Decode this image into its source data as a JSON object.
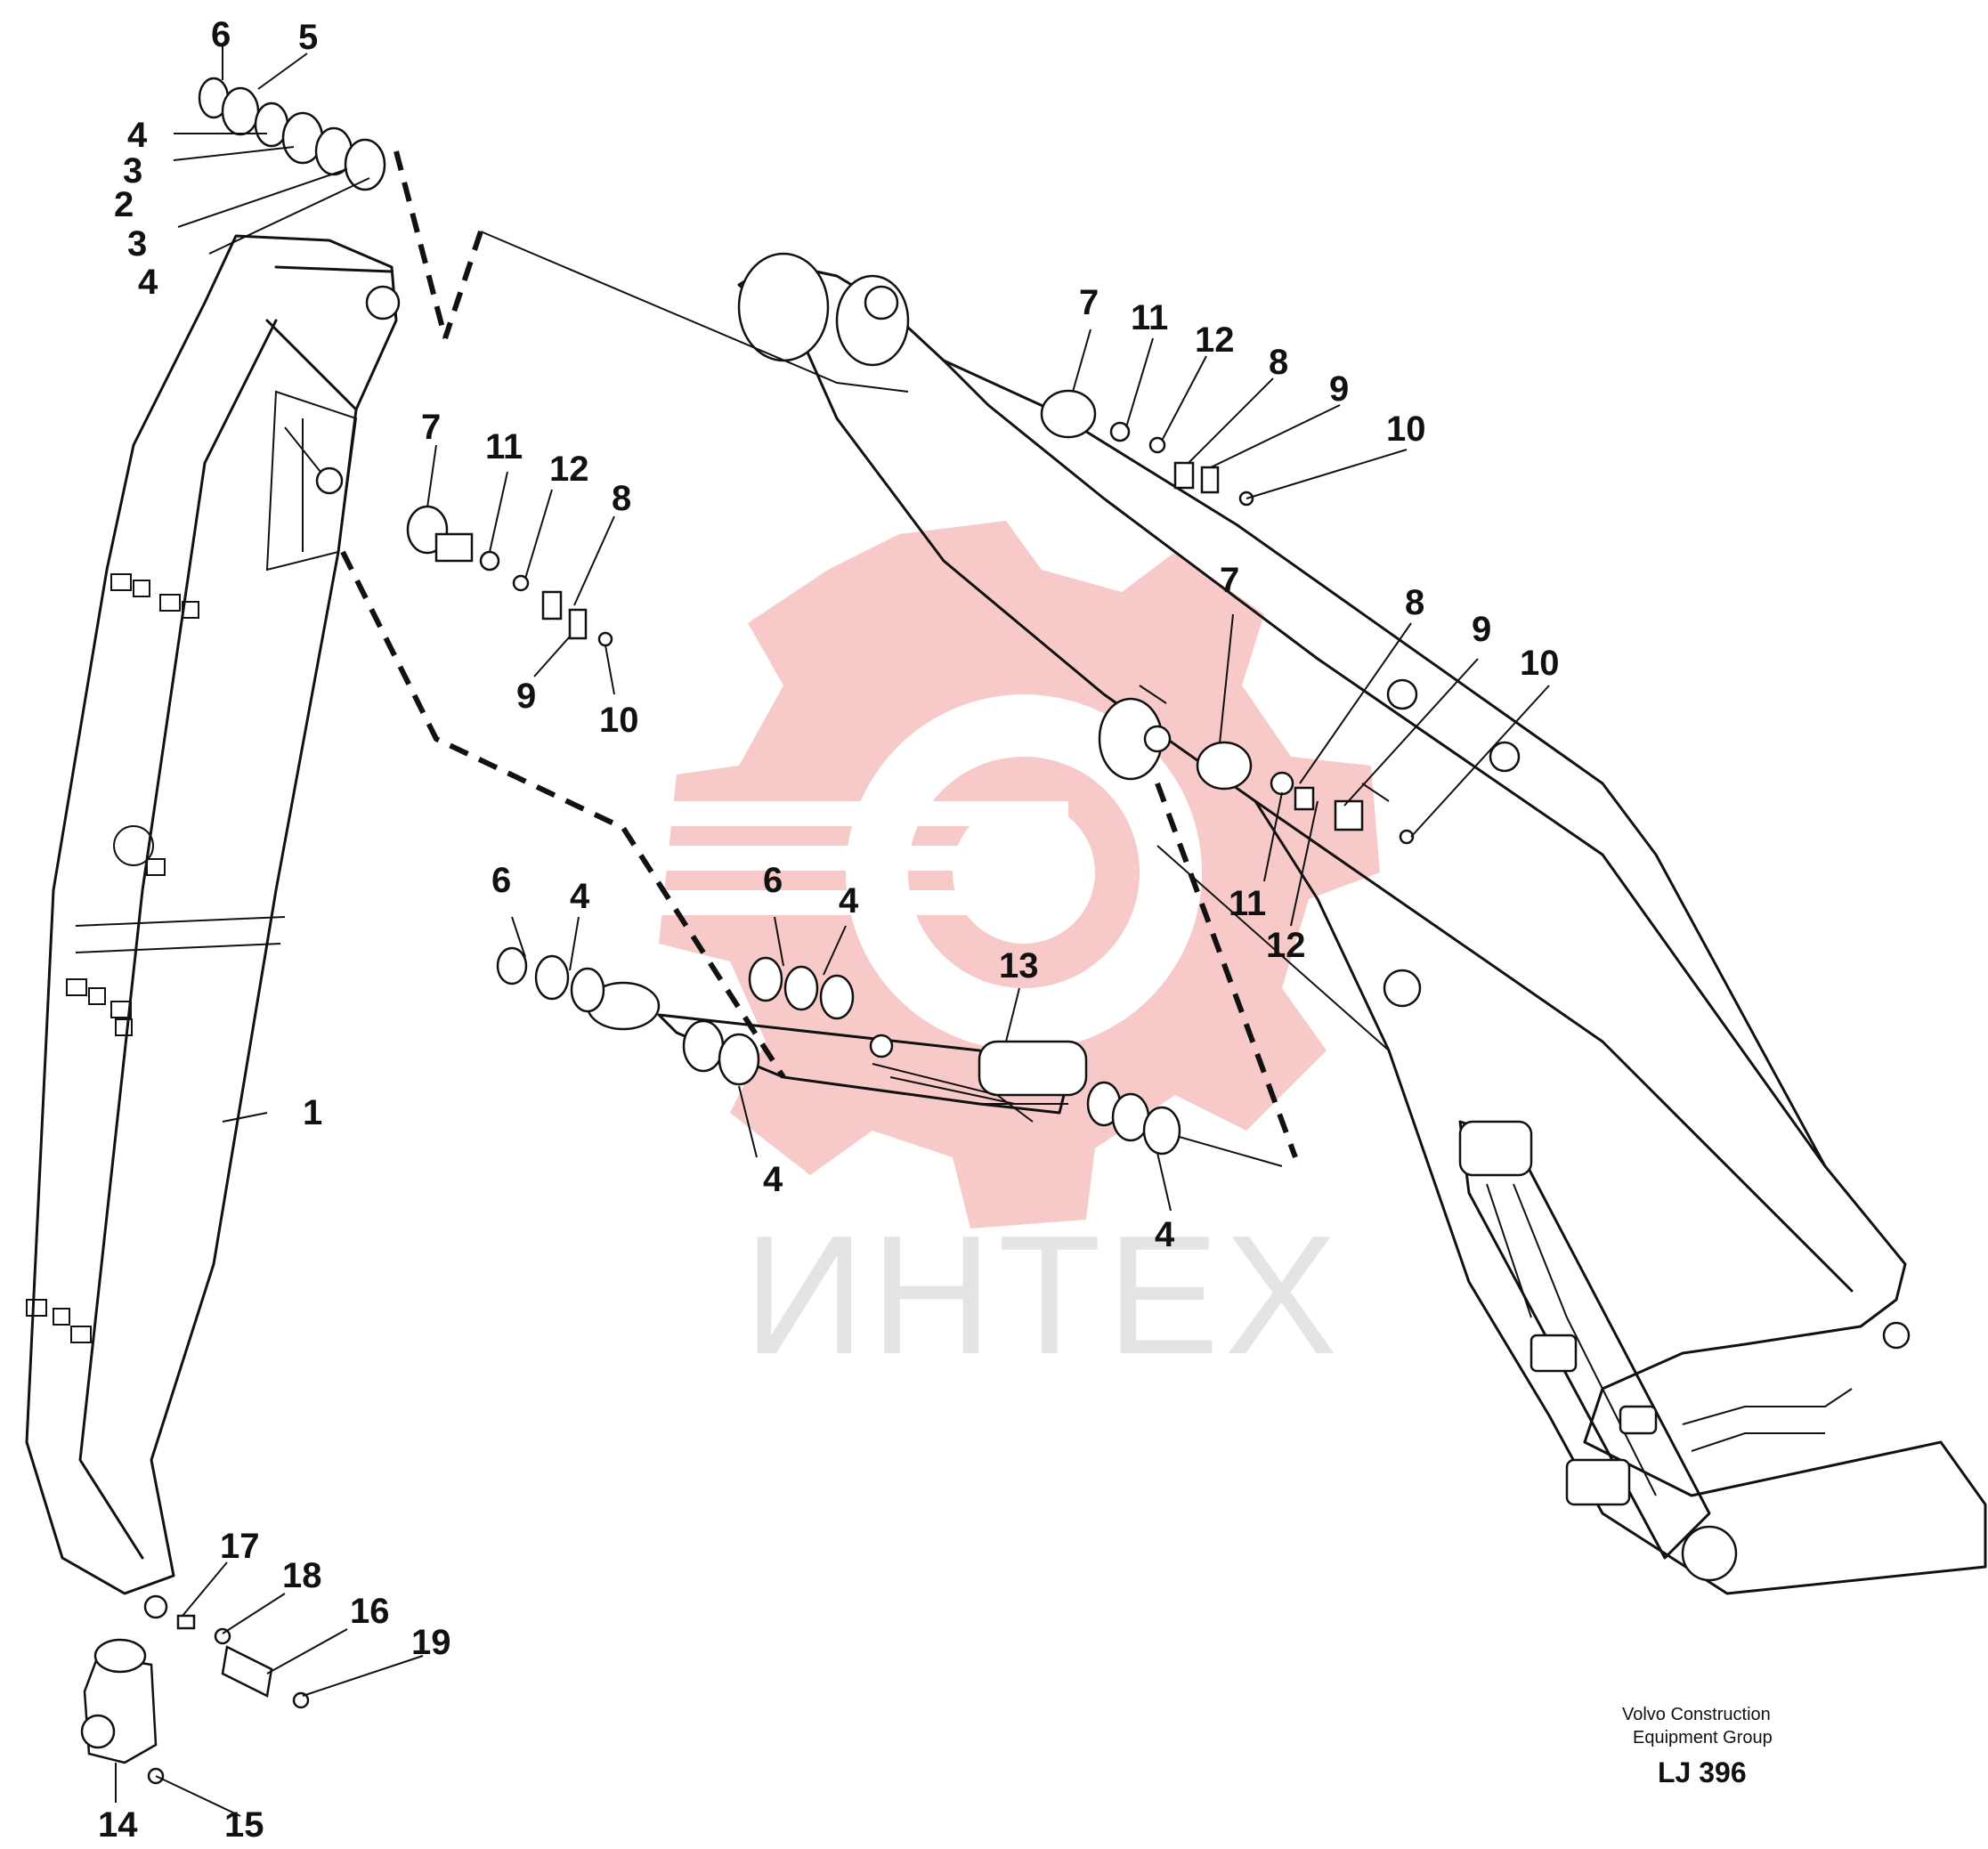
{
  "watermark": {
    "text": "ИНТЕХ",
    "color": "#f7c9c9"
  },
  "credit": {
    "line1": "Volvo Construction",
    "line2": "Equipment Group"
  },
  "drawing_code": "LJ 396",
  "callouts": [
    "6",
    "5",
    "4",
    "3",
    "2",
    "3",
    "4",
    "7",
    "11",
    "12",
    "8",
    "9",
    "10",
    "7",
    "11",
    "12",
    "8",
    "9",
    "10",
    "7",
    "8",
    "9",
    "10",
    "11",
    "12",
    "6",
    "4",
    "6",
    "4",
    "13",
    "4",
    "4",
    "1",
    "17",
    "18",
    "16",
    "19",
    "14",
    "15"
  ]
}
